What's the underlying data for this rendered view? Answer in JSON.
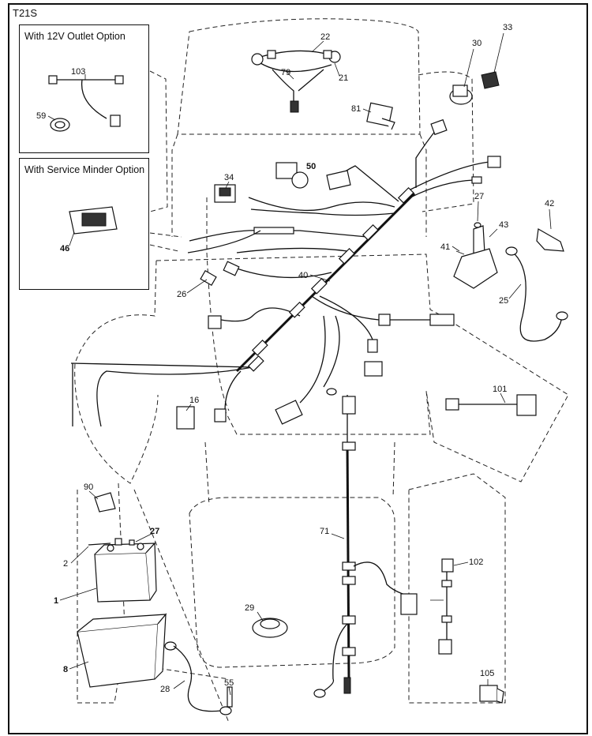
{
  "diagram": {
    "code": "T21S",
    "insets": [
      {
        "title": "With 12V Outlet Option"
      },
      {
        "title": "With Service Minder Option"
      }
    ],
    "callouts": [
      "22",
      "79",
      "21",
      "81",
      "30",
      "33",
      "34",
      "50",
      "27",
      "42",
      "41",
      "43",
      "25",
      "40",
      "26",
      "101",
      "16",
      "90",
      "2",
      "27",
      "1",
      "8",
      "28",
      "55",
      "29",
      "71",
      "102",
      "105",
      "103",
      "59",
      "46"
    ],
    "bold_callouts": [
      "50",
      "27",
      "1",
      "8",
      "46"
    ]
  }
}
